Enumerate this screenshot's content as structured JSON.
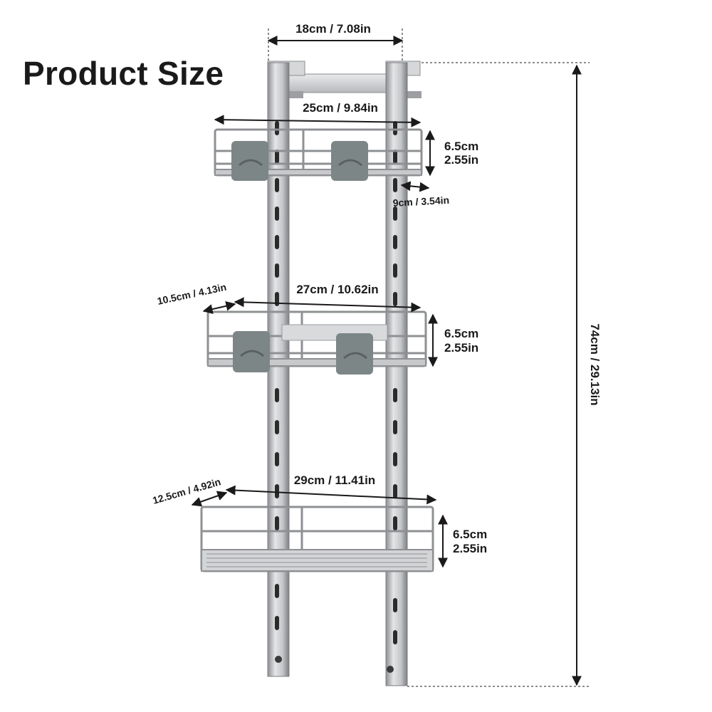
{
  "title": "Product Size",
  "dimensions": {
    "top_width": "18cm / 7.08in",
    "shelf1_width": "25cm / 9.84in",
    "shelf1_height_cm": "6.5cm",
    "shelf1_height_in": "2.55in",
    "shelf1_depth": "9cm / 3.54in",
    "shelf2_width": "27cm / 10.62in",
    "shelf2_depth": "10.5cm / 4.13in",
    "shelf2_height_cm": "6.5cm",
    "shelf2_height_in": "2.55in",
    "shelf3_width": "29cm / 11.41in",
    "shelf3_depth": "12.5cm / 4.92in",
    "shelf3_height_cm": "6.5cm",
    "shelf3_height_in": "2.55in",
    "total_height": "74cm / 29.13in"
  }
}
